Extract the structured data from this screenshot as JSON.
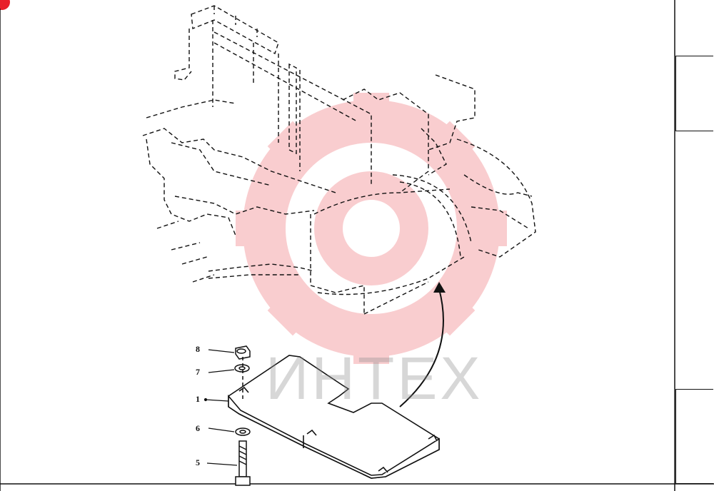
{
  "diagram": {
    "callouts": [
      {
        "id": "callout-8",
        "label": "8"
      },
      {
        "id": "callout-7",
        "label": "7"
      },
      {
        "id": "callout-1",
        "label": "1"
      },
      {
        "id": "callout-6",
        "label": "6"
      },
      {
        "id": "callout-5",
        "label": "5"
      }
    ],
    "watermark": "ИНТЕХ",
    "colors": {
      "ink": "#111111",
      "watermark_red": "#e8202a",
      "watermark_gray": "#8c8c8c",
      "background": "#ffffff"
    }
  }
}
